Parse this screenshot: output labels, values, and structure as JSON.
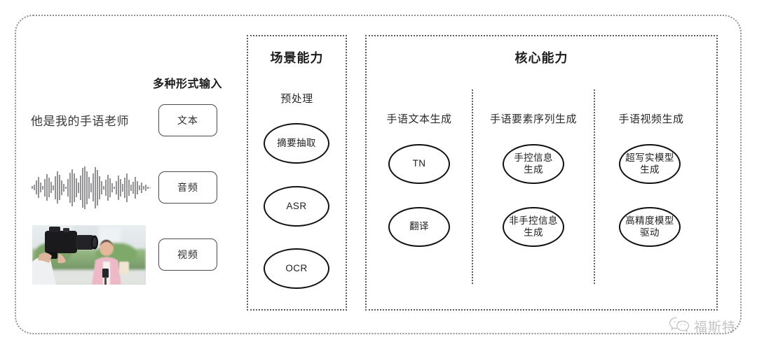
{
  "diagram": {
    "input_section": {
      "heading": "多种形式输入",
      "sample_sentence": "他是我的手语老师",
      "modalities": [
        {
          "label": "文本",
          "media": "text-sample"
        },
        {
          "label": "音频",
          "media": "audio-waveform"
        },
        {
          "label": "视频",
          "media": "video-thumbnail"
        }
      ]
    },
    "scene_capability": {
      "title": "场景能力",
      "groups": [
        {
          "label": "预处理",
          "nodes": [
            "摘要抽取",
            "ASR",
            "OCR"
          ]
        }
      ]
    },
    "core_capability": {
      "title": "核心能力",
      "columns": [
        {
          "label": "手语文本生成",
          "nodes": [
            "TN",
            "翻译"
          ]
        },
        {
          "label": "手语要素序列生成",
          "nodes": [
            "手控信息\n生成",
            "非手控信息\n生成"
          ]
        },
        {
          "label": "手语视频生成",
          "nodes": [
            "超写实模型\n生成",
            "高精度模型\n驱动"
          ]
        }
      ]
    },
    "watermark": {
      "text": "福斯特",
      "icon": "wechat-icon"
    },
    "colors": {
      "frame": "#8f8f96",
      "group_border": "#5b5b62",
      "node_border": "#111113",
      "chip_border": "#4a4a52",
      "text": "#2b2b2b",
      "background": "#ffffff"
    }
  }
}
